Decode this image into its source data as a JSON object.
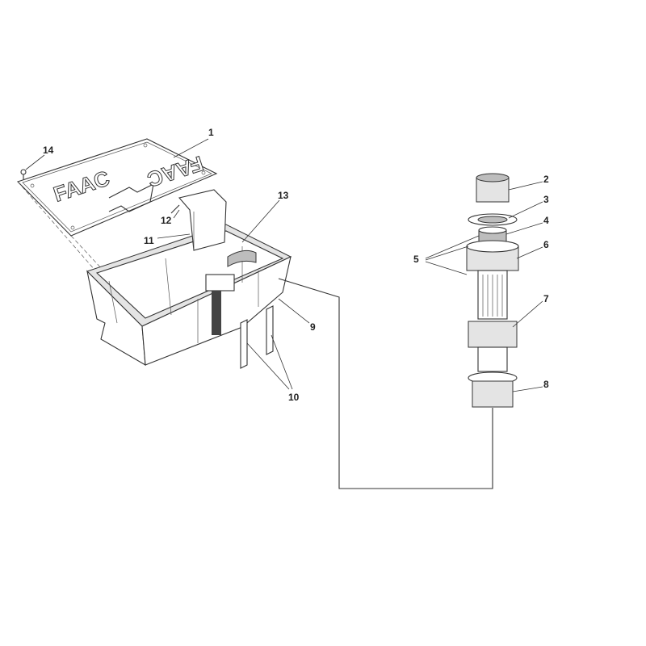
{
  "diagram": {
    "logo_text": "FAAC",
    "labels": {
      "p1": "1",
      "p2": "2",
      "p3": "3",
      "p4": "4",
      "p5": "5",
      "p6": "6",
      "p7": "7",
      "p8": "8",
      "p9": "9",
      "p10": "10",
      "p11": "11",
      "p12": "12",
      "p13": "13",
      "p14": "14"
    }
  }
}
